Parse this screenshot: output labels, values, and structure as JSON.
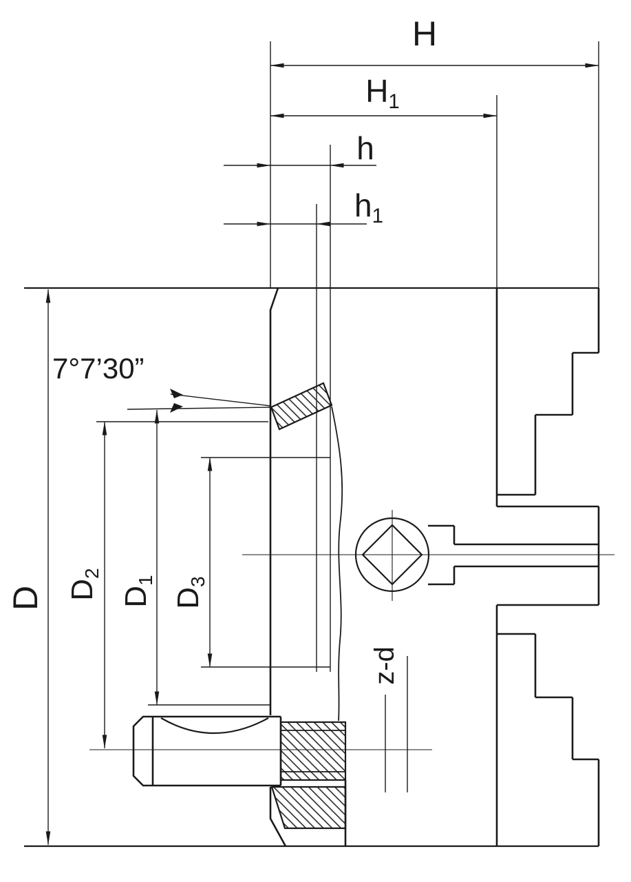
{
  "colors": {
    "ink": "#1a1a1a",
    "background": "#ffffff"
  },
  "labels": {
    "H": {
      "base": "H",
      "sub": ""
    },
    "H1": {
      "base": "H",
      "sub": "1"
    },
    "h": {
      "base": "h",
      "sub": ""
    },
    "h1": {
      "base": "h",
      "sub": "1"
    },
    "D": {
      "base": "D",
      "sub": ""
    },
    "D2": {
      "base": "D",
      "sub": "2"
    },
    "D1": {
      "base": "D",
      "sub": "1"
    },
    "D3": {
      "base": "D",
      "sub": "3"
    },
    "zd": {
      "base": "z-d",
      "sub": ""
    },
    "angle": {
      "base": "7°7’30”",
      "sub": ""
    }
  }
}
